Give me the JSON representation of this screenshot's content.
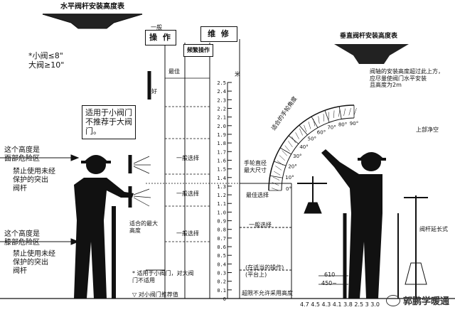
{
  "title_top": "水平阀杆安装高度表",
  "title_right": "垂直阀杆安装高度表",
  "header_op": "操 作",
  "header_op_small": "一般",
  "header_maint": "维 修",
  "header_frequent": "频繁操作",
  "size_note": "*小阀≤8\"\n大阀≥10\"",
  "box_note": "适用于小阀门\n不推荐于大阀\n门。",
  "left_zone_top": "这个高度是\n面部危险区",
  "left_zone_top_note": "禁止使用未经\n保护的突出\n阀杆",
  "left_zone_bottom": "这个高度是\n膝部危险区",
  "left_zone_bottom_note": "禁止使用未经\n保护的突出\n阀杆",
  "label_top_op": "最佳",
  "label_optimal": "好",
  "label_ok1": "一般选择",
  "label_ok2": "一般选择",
  "label_ok3": "一般选择",
  "label_max_height": "适合的最大\n高度",
  "label_bottom_star": "* 适用于小阀门，对大阀\n  门不适用",
  "label_bottom_triangle": "▽ 对小阀门推荐值",
  "label_bottom_note": "超限不允许采用高度",
  "right_note": "阀轴的安装高度超过此上方，\n应尽量使阀门水平安装\n且高度为2m",
  "right_upper_space": "上部净空",
  "right_handwheel_note": "手轮直径\n最大尺寸",
  "right_arc_label": "适合的手轮角度",
  "right_best": "最佳选择",
  "right_ok": "一般选择",
  "right_panel_note": "(在适当的操作)\n(平台上)",
  "right_rod_label": "阀杆延长式",
  "right_ruler_label": "一般选择",
  "dim_610": "610",
  "dim_450": "450~",
  "dim_bottom": "4.7 4.5 4.3 4.1 3.8 2.5 3 3.0",
  "scale_unit": "米",
  "scale_values": [
    "2.5",
    "2.4",
    "2.3",
    "2.2",
    "2.1",
    "2.0",
    "1.9",
    "1.8",
    "1.7",
    "1.6",
    "1.5",
    "1.4",
    "1.3",
    "1.2",
    "1.1",
    "1.0",
    "0.9",
    "0.8",
    "0.7",
    "0.6",
    "0.5",
    "0.4",
    "0.3",
    "0.2",
    "0.1",
    "0"
  ],
  "arc_degrees": [
    "0°",
    "10°",
    "20°",
    "30°",
    "40°",
    "50°",
    "60°",
    "70°",
    "80°",
    "90°"
  ],
  "watermark": "郭鹏学暖通",
  "colors": {
    "ink": "#111111",
    "bg": "#ffffff"
  }
}
